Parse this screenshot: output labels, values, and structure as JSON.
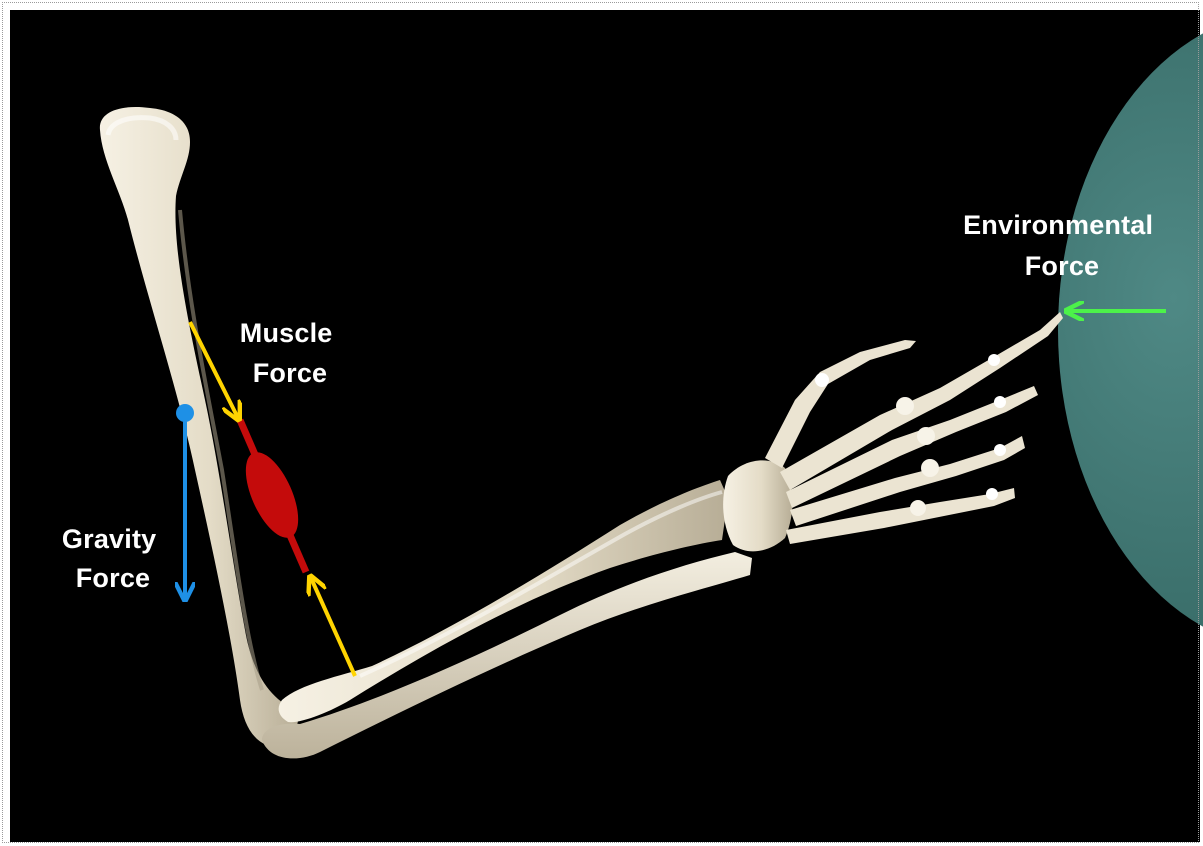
{
  "labels": {
    "environmental_force": [
      "Environmental",
      "Force"
    ],
    "muscle_force": [
      "Muscle",
      "Force"
    ],
    "gravity_force": [
      "Gravity",
      "Force"
    ]
  },
  "colors": {
    "background": "#000000",
    "bone": "#ebe4d2",
    "bone_shadow": "#b9b09a",
    "environment_object": "#3e7470",
    "environmental_arrow": "#4cf24a",
    "muscle_arrow": "#ffd400",
    "muscle": "#c40b0b",
    "gravity_arrow": "#1e90e6",
    "label_text": "#ffffff"
  }
}
